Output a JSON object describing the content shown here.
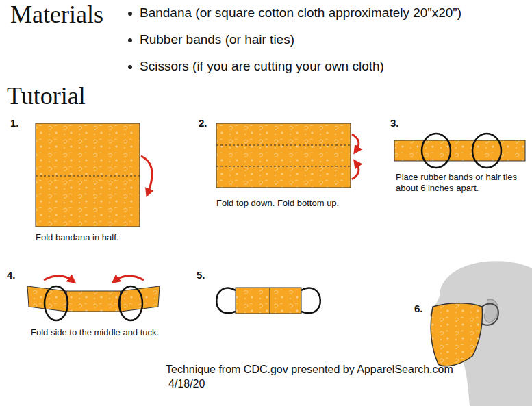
{
  "diagram": {
    "title": "Materials",
    "caption": "Technique from CDC.gov presented by ApparelSearch.com",
    "labels": [
      "Bandana (or square cotton cloth approximately 20”x20”)",
      "Rubber bands (or hair ties)",
      "Scissors (if you are cutting your own cloth)",
      "Tutorial",
      "1.",
      "Fold bandana in half.",
      "2.",
      "Fold top down. Fold bottom up.",
      "3.",
      "Place rubber bands or hair ties about 6 inches apart.",
      "4.",
      "Fold side to the middle and tuck.",
      "5.",
      "6.",
      "4/18/20"
    ]
  }
}
